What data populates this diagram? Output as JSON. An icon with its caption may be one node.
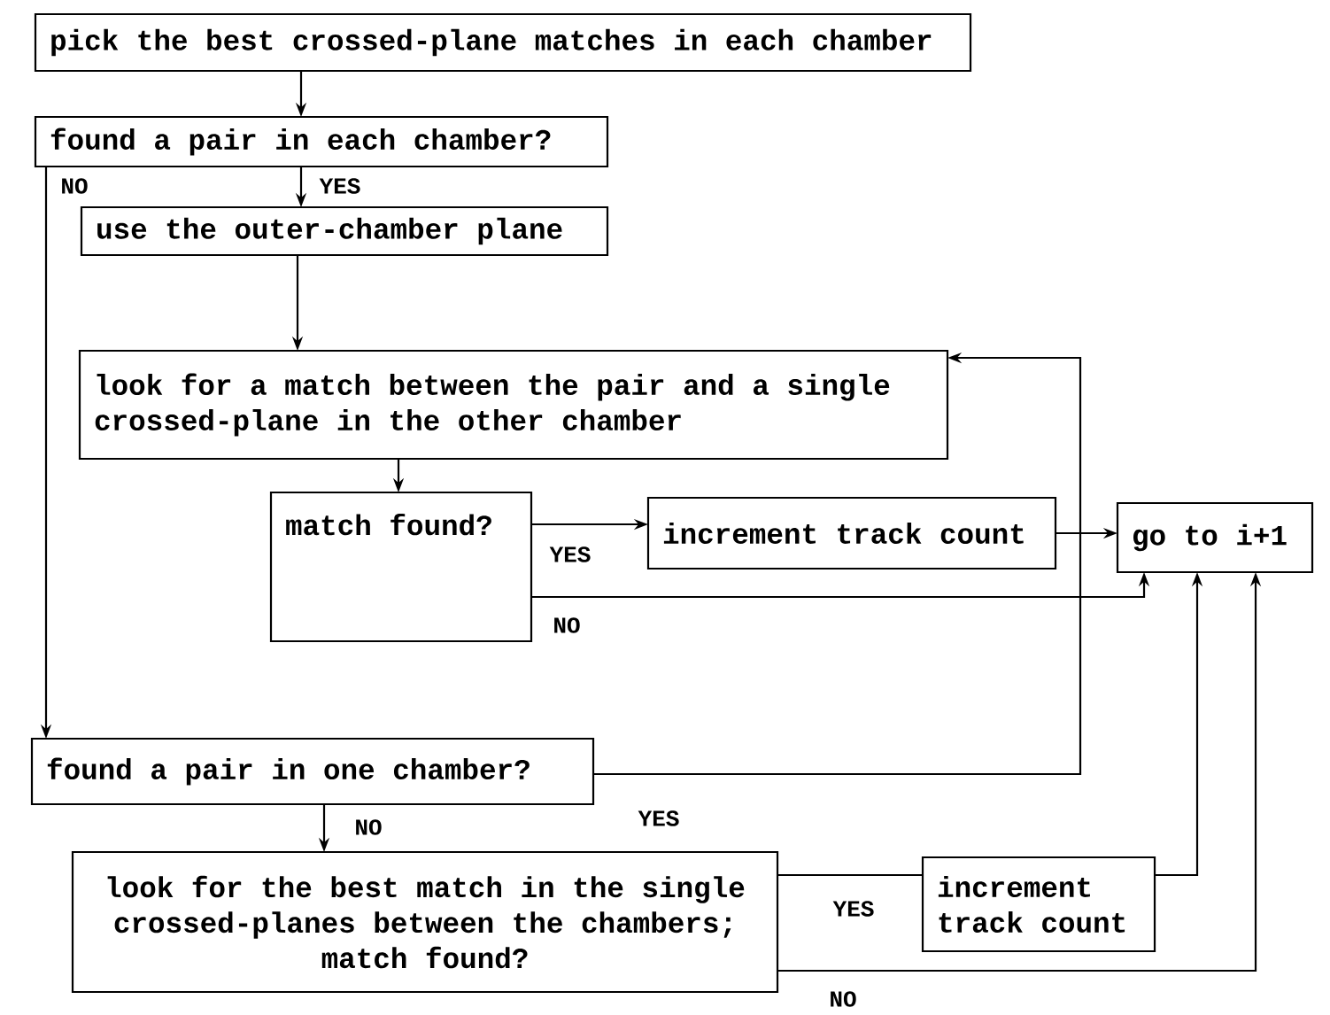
{
  "diagram": {
    "nodes": [
      {
        "text": [
          "pick the best crossed-plane matches in each chamber"
        ]
      },
      {
        "text": [
          "found a pair in each chamber?"
        ]
      },
      {
        "text": [
          "use the outer-chamber plane"
        ]
      },
      {
        "text": [
          "look for a match between the pair and a single crossed-plane in the other chamber"
        ]
      },
      {
        "text": [
          "match found?"
        ]
      },
      {
        "text": [
          "increment track count"
        ]
      },
      {
        "text": [
          "go to i+1"
        ]
      },
      {
        "text": [
          "found a pair in one chamber?"
        ]
      },
      {
        "text": [
          "look for the best match in the single crossed-planes between the chambers; match found?"
        ]
      },
      {
        "text": [
          "increment track count"
        ]
      }
    ],
    "edges": [
      {
        "from": 0,
        "to": 1,
        "arrow": "to"
      },
      {
        "from": 1,
        "to": 2,
        "arrow": "to",
        "label": "YES"
      },
      {
        "from": 1,
        "to": 7,
        "arrow": "to",
        "label": "NO"
      },
      {
        "from": 2,
        "to": 3,
        "arrow": "to"
      },
      {
        "from": 3,
        "to": 4,
        "arrow": "to"
      },
      {
        "from": 4,
        "to": 5,
        "arrow": "to",
        "label": "YES"
      },
      {
        "from": 4,
        "to": 6,
        "arrow": "to",
        "label": "NO"
      },
      {
        "from": 5,
        "to": 6,
        "arrow": "to"
      },
      {
        "from": 7,
        "to": 3,
        "arrow": "to",
        "label": "YES"
      },
      {
        "from": 7,
        "to": 8,
        "arrow": "to",
        "label": "NO"
      },
      {
        "from": 8,
        "to": 9,
        "arrow": "none",
        "label": "YES"
      },
      {
        "from": 9,
        "to": 6,
        "arrow": "to"
      },
      {
        "from": 8,
        "to": 6,
        "arrow": "to",
        "label": "NO"
      }
    ]
  }
}
